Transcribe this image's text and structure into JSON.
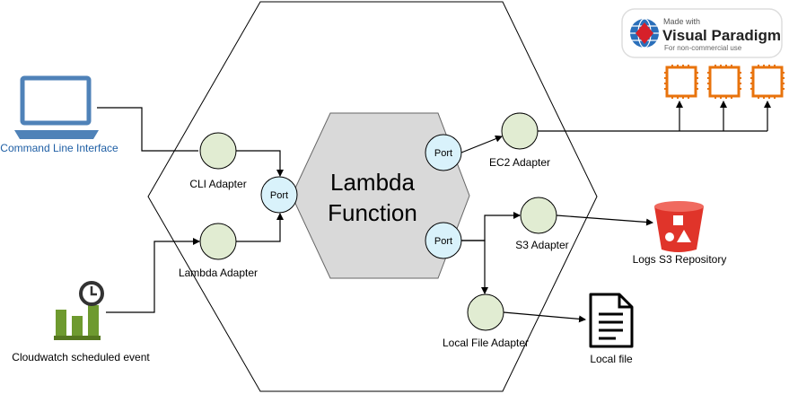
{
  "watermark": {
    "line1": "Made with",
    "line2": "Visual Paradigm",
    "line3": "For non-commercial use"
  },
  "core": {
    "title_line1": "Lambda",
    "title_line2": "Function"
  },
  "ports": {
    "left": "Port",
    "right_top": "Port",
    "right_bottom": "Port"
  },
  "adapters": {
    "cli": "CLI Adapter",
    "lambda": "Lambda Adapter",
    "ec2": "EC2 Adapter",
    "s3": "S3 Adapter",
    "local_file": "Local File Adapter"
  },
  "externals": {
    "cli": "Command Line Interface",
    "cloudwatch": "Cloudwatch scheduled event",
    "s3_repo": "Logs S3 Repository",
    "local_file": "Local file"
  },
  "colors": {
    "adapter_fill": "#e1ecd2",
    "port_fill": "#d9f2fb",
    "core_fill": "#d9d9d9",
    "chip": "#e8730c",
    "bucket": "#e0342a",
    "cloudwatch": "#6e9a2f",
    "monitor": "#4f82b8"
  },
  "icons": [
    "computer-monitor-icon",
    "cloudwatch-icon",
    "ec2-instance-icon",
    "s3-bucket-icon",
    "document-icon",
    "visual-paradigm-logo-icon"
  ]
}
